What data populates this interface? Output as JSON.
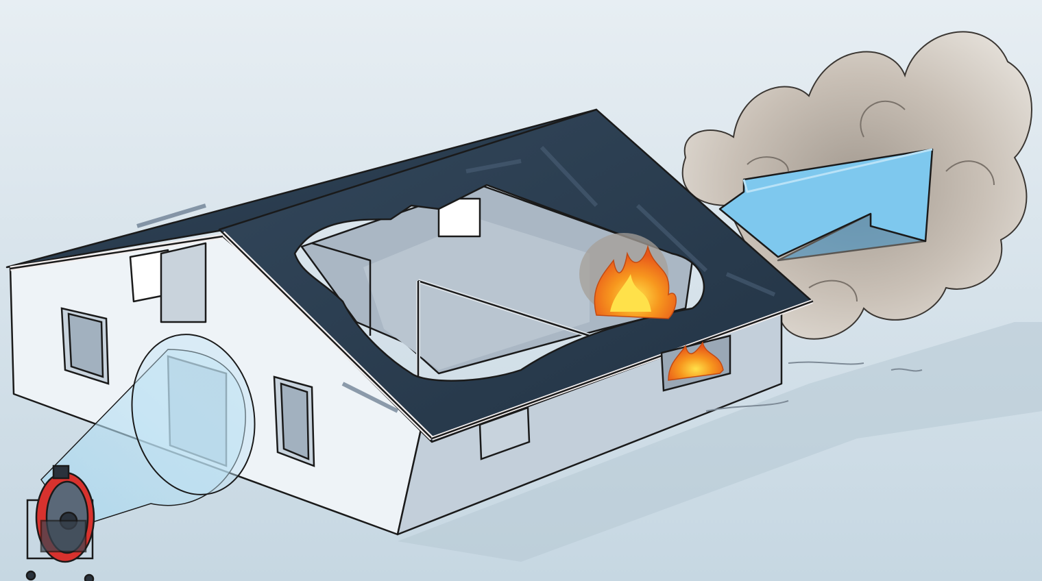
{
  "scene": {
    "colors": {
      "background_top": "#e7eef3",
      "background_bottom": "#c6d7e2",
      "wall_light": "#eef3f7",
      "wall_shade": "#c3cfda",
      "wall_interior": "#a9b6c3",
      "roof": "#2b3d4f",
      "roof_highlight": "#3b5168",
      "roof_trim": "#f2eeee",
      "airflow_arrow": "#7ec8ee",
      "airflow_arrow_dark": "#3f8fc2",
      "smoke": "#c9c0b6",
      "smoke_dark": "#8d857d",
      "fire": "#f28c1c",
      "fire_core": "#ffd23f",
      "fan_ring": "#d8322e",
      "air_cone": "#a7d7ef",
      "ink": "#1a1a1a"
    },
    "elements": [
      "house-cutaway",
      "roof-cutaway-opening",
      "positive-pressure-fan",
      "air-cone",
      "fire-in-room",
      "smoke-cloud",
      "airflow-arrow"
    ]
  }
}
